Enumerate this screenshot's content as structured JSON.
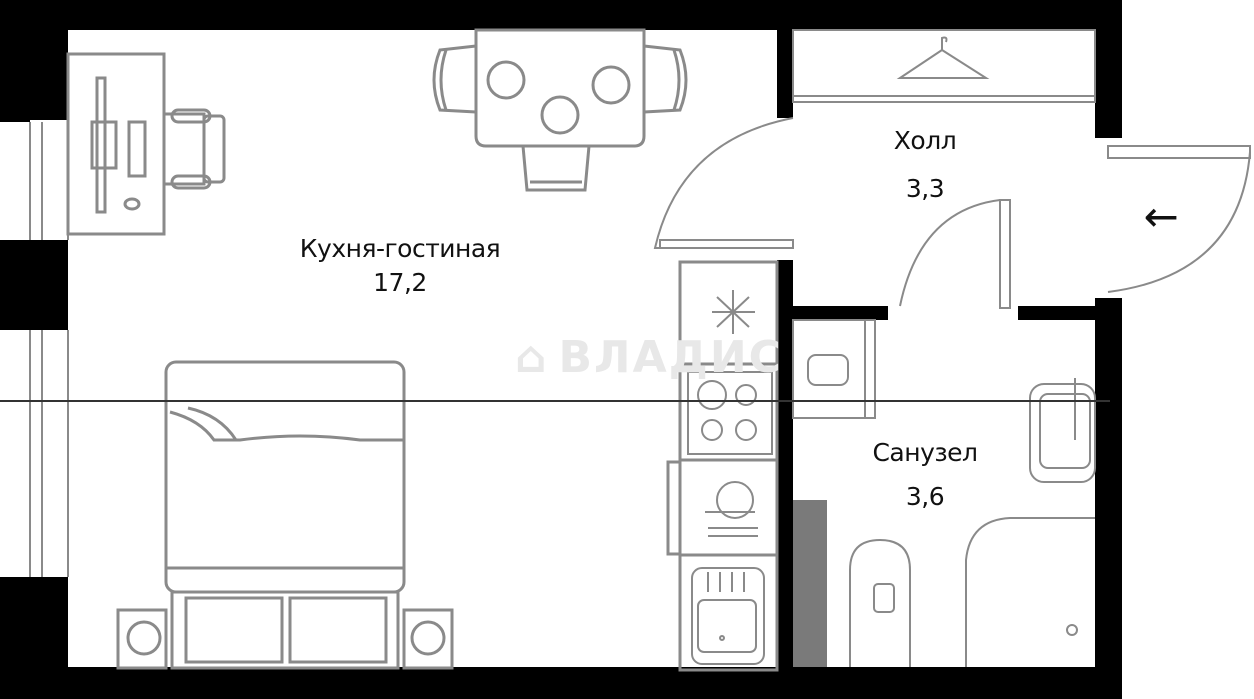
{
  "floorplan": {
    "rooms": [
      {
        "id": "kitchen-living",
        "name": "Кухня-гостиная",
        "area": "17,2"
      },
      {
        "id": "hall",
        "name": "Холл",
        "area": "3,3"
      },
      {
        "id": "bathroom",
        "name": "Санузел",
        "area": "3,6"
      }
    ],
    "entrance_arrow": "←",
    "watermark": "ВЛАДИС",
    "colors": {
      "wall": "#000000",
      "furniture": "#8a8a8a",
      "background": "#ffffff",
      "text": "#111111"
    }
  }
}
